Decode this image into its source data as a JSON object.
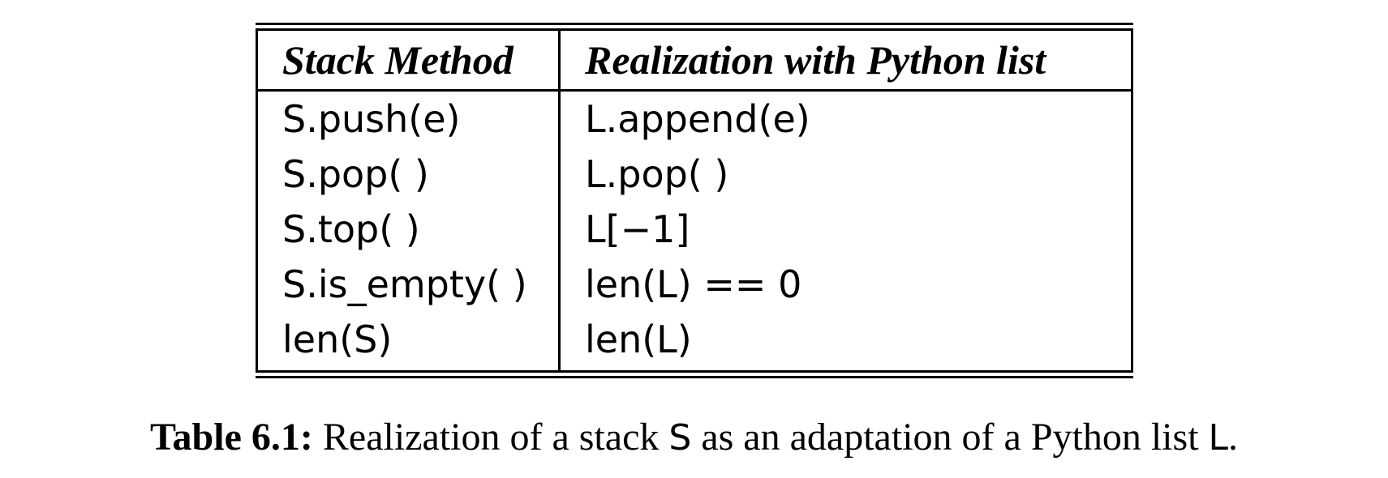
{
  "table": {
    "headers": [
      "Stack Method",
      "Realization with Python list"
    ],
    "rows": [
      [
        "S.push(e)",
        "L.append(e)"
      ],
      [
        "S.pop( )",
        "L.pop( )"
      ],
      [
        "S.top( )",
        "L[−1]"
      ],
      [
        "S.is_empty( )",
        "len(L) == 0"
      ],
      [
        "len(S)",
        "len(L)"
      ]
    ]
  },
  "caption": {
    "label": "Table 6.1:",
    "text_before": " Realization of a stack ",
    "var_s": "S",
    "text_middle": " as an adaptation of a Python list ",
    "var_l": "L",
    "text_after": "."
  }
}
